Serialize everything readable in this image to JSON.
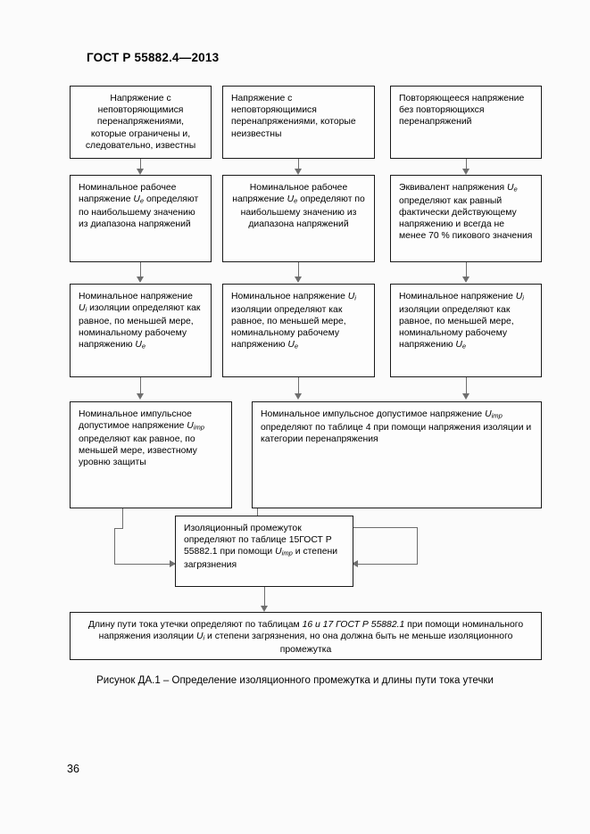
{
  "document": {
    "header": "ГОСТ Р 55882.4—2013",
    "page_number": "36",
    "figure_caption": "Рисунок ДА.1 – Определение изоляционного промежутка и длины пути тока утечки"
  },
  "flowchart": {
    "row1": {
      "box1": "Напряжение с неповторяющимися перенапряжениями, которые ограничены и, следовательно, известны",
      "box2": "Напряжение с неповторяющимися перенапряжениями, которые неизвестны",
      "box3": "Повторяющееся напряжение без повторяющихся перенапряжений"
    },
    "row2": {
      "box1_a": "Номинальное рабочее напряжение ",
      "box1_var": "U",
      "box1_sub": "e",
      "box1_b": " определяют по наибольшему значению из диапазона напряжений",
      "box2_a": "Номинальное рабочее напряжение ",
      "box2_var": "U",
      "box2_sub": "e",
      "box2_b": " определяют по наибольшему значению из диапазона напряжений",
      "box3_a": "Эквивалент напряжения ",
      "box3_var": "U",
      "box3_sub": "e",
      "box3_b": " определяют как равный фактически действующему напряжению и всегда не менее 70 % пикового значения"
    },
    "row3": {
      "box1_a": "Номинальное напряжение ",
      "box1_var1": "U",
      "box1_sub1": "i",
      "box1_b": " изоляции определяют как равное, по меньшей мере, номинальному рабочему напряжению ",
      "box1_var2": "U",
      "box1_sub2": "e",
      "box2_a": "Номинальное напряжение ",
      "box2_var1": "U",
      "box2_sub1": "i",
      "box2_b": " изоляции определяют как равное, по меньшей мере, номинальному рабочему напряжению ",
      "box2_var2": "U",
      "box2_sub2": "e",
      "box3_a": "Номинальное напряжение ",
      "box3_var1": "U",
      "box3_sub1": "i",
      "box3_b": " изоляции определяют как равное, по меньшей мере, номинальному рабочему напряжению ",
      "box3_var2": "U",
      "box3_sub2": "e"
    },
    "row4": {
      "box1_a": "Номинальное импульсное допустимое напряжение ",
      "box1_var": "U",
      "box1_sub": "imp",
      "box1_b": " определяют как равное, по меньшей мере, известному уровню защиты",
      "box2_a": "Номинальное импульсное допустимое напряжение ",
      "box2_var": "U",
      "box2_sub": "imp",
      "box2_b": " определяют по таблице 4 при помощи напряжения изоляции и категории перенапряжения"
    },
    "row5": {
      "box_a": "Изоляционный промежуток определяют по таблице 15ГОСТ Р 55882.1 при помощи ",
      "box_var": "U",
      "box_sub": "imp",
      "box_b": " и степени загрязнения"
    },
    "row6": {
      "box_a": "Длину пути тока утечки определяют по таблицам ",
      "box_em": "16 и 17 ГОСТ Р 55882.1",
      "box_b": " при помощи номинального напряжения изоляции ",
      "box_var": "U",
      "box_sub": "i",
      "box_c": " и степени загрязнения, но она должна быть не меньше изоляционного промежутка"
    }
  },
  "colors": {
    "page_background": "#fbfbfb",
    "box_border": "#1a1a1a",
    "connector": "#6e6e6e",
    "text": "#000000"
  }
}
